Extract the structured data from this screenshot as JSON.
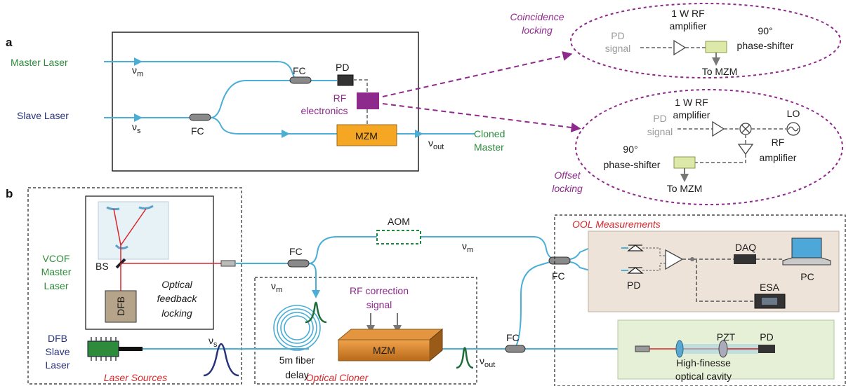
{
  "panel_a": {
    "letter": "a",
    "master_laser": "Master Laser",
    "slave_laser": "Slave Laser",
    "nu_m": "ν",
    "nu_m_sub": "m",
    "nu_s": "ν",
    "nu_s_sub": "s",
    "nu_out": "ν",
    "nu_out_sub": "out",
    "fc_top": "FC",
    "fc_bottom": "FC",
    "pd": "PD",
    "rf_line1": "RF",
    "rf_line2": "electronics",
    "mzm": "MZM",
    "cloned_line1": "Cloned",
    "cloned_line2": "Master"
  },
  "coincidence": {
    "title_line1": "Coincidence",
    "title_line2": "locking",
    "pd_line1": "PD",
    "pd_line2": "signal",
    "amp_line1": "1 W RF",
    "amp_line2": "amplifier",
    "phase_line1": "90°",
    "phase_line2": "phase-shifter",
    "to_mzm": "To MZM"
  },
  "offset": {
    "title_line1": "Offset",
    "title_line2": "locking",
    "pd_line1": "PD",
    "pd_line2": "signal",
    "amp_line1": "1 W RF",
    "amp_line2": "amplifier",
    "lo": "LO",
    "rf_amp_line1": "RF",
    "rf_amp_line2": "amplifier",
    "phase_line1": "90°",
    "phase_line2": "phase-shifter",
    "to_mzm": "To MZM"
  },
  "panel_b": {
    "letter": "b",
    "vcof_line1": "VCOF",
    "vcof_line2": "Master",
    "vcof_line3": "Laser",
    "bs": "BS",
    "dfb_box": "DFB",
    "feedback_line1": "Optical",
    "feedback_line2": "feedback",
    "feedback_line3": "locking",
    "dfb_slave_line1": "DFB",
    "dfb_slave_line2": "Slave",
    "dfb_slave_line3": "Laser",
    "laser_sources": "Laser Sources",
    "fc_left": "FC",
    "nu_m": "ν",
    "nu_m_sub": "m",
    "nu_m2": "ν",
    "nu_m2_sub": "m",
    "nu_s": "ν",
    "nu_s_sub": "s",
    "aom": "AOM",
    "rf_corr_line1": "RF correction",
    "rf_corr_line2": "signal",
    "mzm": "MZM",
    "fiber_line1": "5m fiber",
    "fiber_line2": "delay",
    "optical_cloner": "Optical Cloner",
    "fc_mid": "FC",
    "nu_out": "ν",
    "nu_out_sub": "out",
    "ool": "OOL Measurements",
    "fc_right": "FC",
    "pd_ool": "PD",
    "daq": "DAQ",
    "pc": "PC",
    "esa": "ESA",
    "pzt": "PZT",
    "pd_cavity": "PD",
    "cavity_line1": "High-finesse",
    "cavity_line2": "optical cavity"
  },
  "colors": {
    "fiber": "#4aaed6",
    "beam": "#d8262b",
    "purple": "#8e2a8c",
    "green_text": "#2e8b3c",
    "blue_text": "#26327a",
    "mzm_fill": "#f5a623",
    "phase_shifter": "#dde9a8",
    "ool_bg": "#eee3d8",
    "cavity_bg": "#e6f0d6"
  }
}
